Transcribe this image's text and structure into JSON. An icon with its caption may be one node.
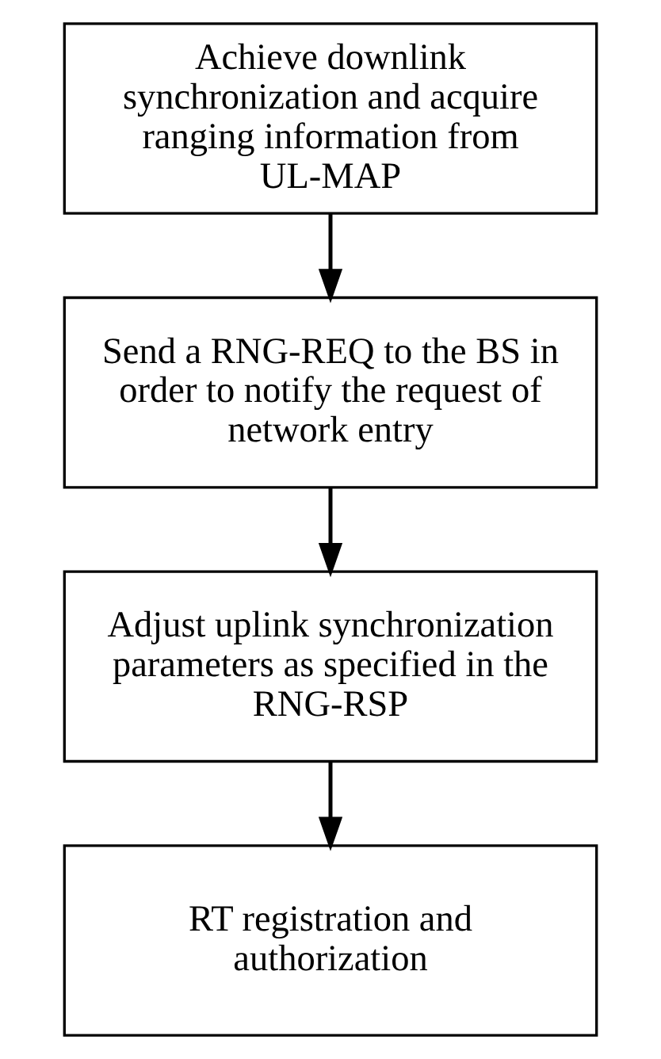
{
  "diagram": {
    "nodes": [
      {
        "text": [
          "Achieve downlink synchronization and acquire ranging information from UL-MAP"
        ]
      },
      {
        "text": [
          "Send a RNG-REQ to the BS in order to notify the request of network entry"
        ]
      },
      {
        "text": [
          "Adjust uplink synchronization parameters as specified in the RNG-RSP"
        ]
      },
      {
        "text": [
          "RT registration and authorization"
        ]
      }
    ],
    "edges": [
      {
        "from": 0,
        "to": 1,
        "arrow": "to"
      },
      {
        "from": 1,
        "to": 2,
        "arrow": "to"
      },
      {
        "from": 2,
        "to": 3,
        "arrow": "to"
      }
    ]
  }
}
